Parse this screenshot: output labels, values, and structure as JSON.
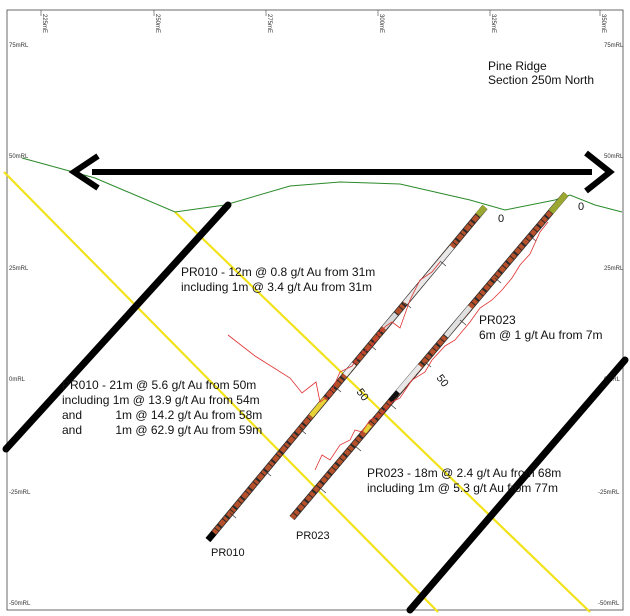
{
  "title": {
    "line1": "Pine Ridge",
    "line2": "Section 250m North"
  },
  "axes": {
    "x_ticks": [
      "225mE",
      "250mE",
      "275mE",
      "300mE",
      "325mE",
      "350mE"
    ],
    "y_ticks": [
      "75mRL",
      "50mRL",
      "25mRL",
      "0mRL",
      "-25mRL",
      "-50mRL"
    ]
  },
  "holes": {
    "pr010": {
      "label": "PR010",
      "depth_label": "50"
    },
    "pr023": {
      "label": "PR023",
      "collar_label": "0",
      "depth_label": "50"
    },
    "pr010_collar_label": "0"
  },
  "annotations": {
    "pr010_upper": [
      "PR010 - 12m @ 0.8 g/t Au from 31m",
      "including 1m @ 3.4 g/t Au from 31m"
    ],
    "pr010_lower": [
      "PR010 - 21m @ 5.6 g/t Au from 50m",
      "including 1m @ 13.9 g/t Au from 54m",
      "and          1m @ 14.2 g/t Au from 58m",
      "and          1m @ 62.9 g/t Au from 59m"
    ],
    "pr023_upper": [
      "PR023",
      "6m @ 1 g/t Au from 7m"
    ],
    "pr023_lower": [
      "PR023 - 18m @ 2.4 g/t Au from 68m",
      "including 1m @ 5.3 g/t Au from 77m"
    ]
  },
  "colors": {
    "topography": "#2a8a2a",
    "structure_yellow": "#f2e21a",
    "structure_black": "#000000",
    "hole_red": "#c0392b",
    "hole_brown": "#a0522d",
    "assay_trace": "#e03030",
    "collar": "#9aa832"
  }
}
